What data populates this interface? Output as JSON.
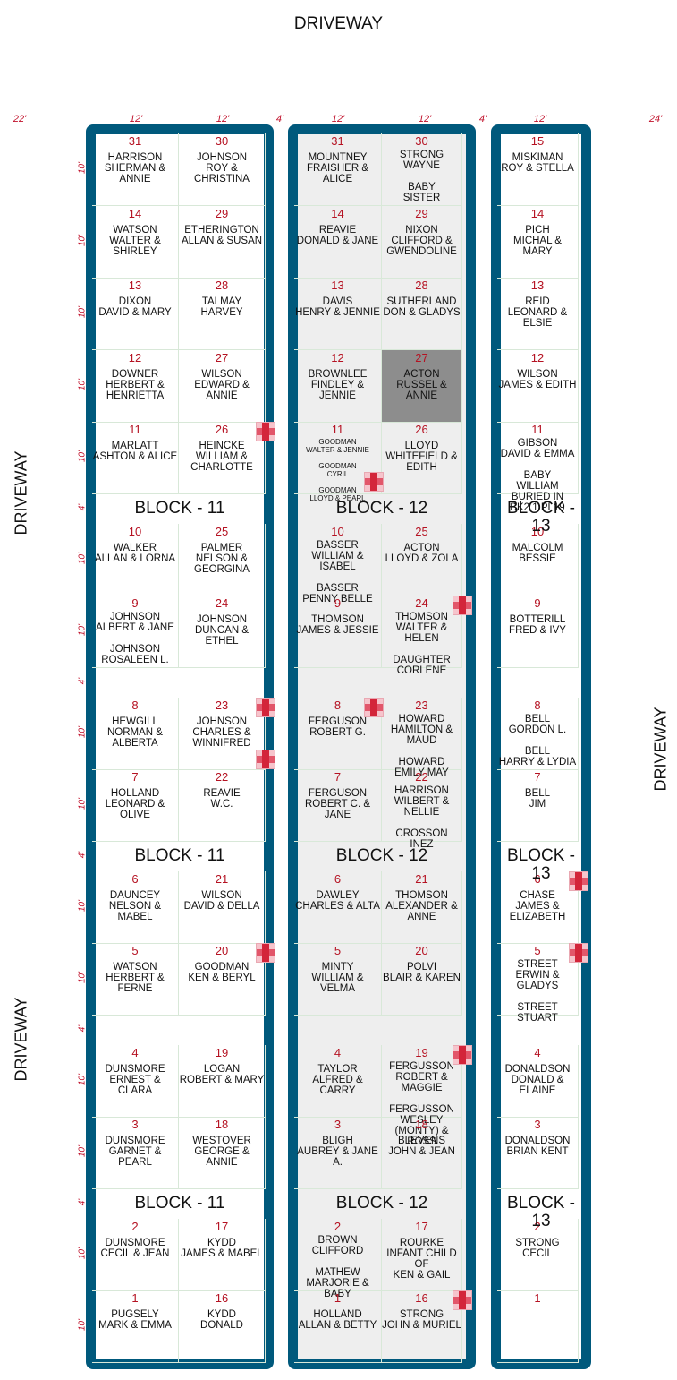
{
  "driveway_labels": {
    "top": "DRIVEWAY",
    "left_upper": "DRIVEWAY",
    "left_lower": "DRIVEWAY",
    "right": "DRIVEWAY"
  },
  "column_dims": [
    "22'",
    "12'",
    "12'",
    "4'",
    "12'",
    "12'",
    "4'",
    "12'",
    "24'"
  ],
  "row_dims": [
    "10'",
    "10'",
    "10'",
    "10'",
    "10'",
    "4'",
    "10'",
    "10'",
    "4'",
    "10'",
    "10'",
    "4'",
    "10'",
    "10'",
    "4'",
    "10'",
    "10'",
    "4'",
    "10'",
    "10'"
  ],
  "blocks": {
    "b11": {
      "label": "BLOCK - 11",
      "columns": [
        [
          {
            "num": "31",
            "text": "HARRISON\nSHERMAN & ANNIE"
          },
          {
            "num": "14",
            "text": "WATSON\nWALTER & SHIRLEY"
          },
          {
            "num": "13",
            "text": "DIXON\nDAVID & MARY"
          },
          {
            "num": "12",
            "text": "DOWNER\nHERBERT &\nHENRIETTA"
          },
          {
            "num": "11",
            "text": "MARLATT\nASHTON & ALICE"
          },
          {
            "num": "10",
            "text": "WALKER\nALLAN & LORNA"
          },
          {
            "num": "9",
            "text": "JOHNSON\nALBERT & JANE\n\nJOHNSON\nROSALEEN L."
          },
          {
            "num": "8",
            "text": "HEWGILL\nNORMAN &\nALBERTA"
          },
          {
            "num": "7",
            "text": "HOLLAND\nLEONARD & OLIVE"
          },
          {
            "num": "6",
            "text": "DAUNCEY\nNELSON & MABEL"
          },
          {
            "num": "5",
            "text": "WATSON\nHERBERT & FERNE"
          },
          {
            "num": "4",
            "text": "DUNSMORE\nERNEST & CLARA"
          },
          {
            "num": "3",
            "text": "DUNSMORE\nGARNET & PEARL"
          },
          {
            "num": "2",
            "text": "DUNSMORE\nCECIL & JEAN"
          },
          {
            "num": "1",
            "text": "PUGSELY\nMARK & EMMA"
          }
        ],
        [
          {
            "num": "30",
            "text": "JOHNSON\nROY & CHRISTINA"
          },
          {
            "num": "29",
            "text": "ETHERINGTON\nALLAN & SUSAN"
          },
          {
            "num": "28",
            "text": "TALMAY\nHARVEY"
          },
          {
            "num": "27",
            "text": "WILSON\nEDWARD & ANNIE"
          },
          {
            "num": "26",
            "text": "HEINCKE\nWILLIAM &\nCHARLOTTE"
          },
          {
            "num": "25",
            "text": "PALMER\nNELSON &\nGEORGINA"
          },
          {
            "num": "24",
            "text": "JOHNSON\nDUNCAN & ETHEL"
          },
          {
            "num": "23",
            "text": "JOHNSON\nCHARLES &\nWINNIFRED"
          },
          {
            "num": "22",
            "text": "REAVIE\nW.C."
          },
          {
            "num": "21",
            "text": "WILSON\nDAVID & DELLA"
          },
          {
            "num": "20",
            "text": "GOODMAN\nKEN & BERYL"
          },
          {
            "num": "19",
            "text": "LOGAN\nROBERT & MARY"
          },
          {
            "num": "18",
            "text": "WESTOVER\nGEORGE & ANNIE"
          },
          {
            "num": "17",
            "text": "KYDD\nJAMES & MABEL"
          },
          {
            "num": "16",
            "text": "KYDD\nDONALD"
          }
        ]
      ]
    },
    "b12": {
      "label": "BLOCK - 12",
      "columns": [
        [
          {
            "num": "31",
            "text": "MOUNTNEY\nFRAISHER & ALICE"
          },
          {
            "num": "14",
            "text": "REAVIE\nDONALD & JANE"
          },
          {
            "num": "13",
            "text": "DAVIS\nHENRY & JENNIE"
          },
          {
            "num": "12",
            "text": "BROWNLEE\nFINDLEY & JENNIE"
          },
          {
            "num": "11",
            "text": "GOODMAN\nWALTER & JENNIE\n\nGOODMAN\nCYRIL\n\nGOODMAN\nLLOYD & PEARL"
          },
          {
            "num": "10",
            "text": "BASSER\nWILLIAM & ISABEL\n\nBASSER\nPENNY BELLE"
          },
          {
            "num": "9",
            "text": "THOMSON\nJAMES & JESSIE"
          },
          {
            "num": "8",
            "text": "FERGUSON\nROBERT G."
          },
          {
            "num": "7",
            "text": "FERGUSON\nROBERT C. & JANE"
          },
          {
            "num": "6",
            "text": "DAWLEY\nCHARLES & ALTA"
          },
          {
            "num": "5",
            "text": "MINTY\nWILLIAM & VELMA"
          },
          {
            "num": "4",
            "text": "TAYLOR\nALFRED & CARRY"
          },
          {
            "num": "3",
            "text": "BLIGH\nAUBREY & JANE A."
          },
          {
            "num": "2",
            "text": "BROWN\nCLIFFORD\n\nMATHEW\nMARJORIE & BABY"
          },
          {
            "num": "1",
            "text": "HOLLAND\nALLAN & BETTY"
          }
        ],
        [
          {
            "num": "30",
            "text": "STRONG\nWAYNE\n\nBABY\nSISTER"
          },
          {
            "num": "29",
            "text": "NIXON\nCLIFFORD &\nGWENDOLINE"
          },
          {
            "num": "28",
            "text": "SUTHERLAND\nDON & GLADYS"
          },
          {
            "num": "27",
            "text": "ACTON\nRUSSEL & ANNIE"
          },
          {
            "num": "26",
            "text": "LLOYD\nWHITEFIELD &\nEDITH"
          },
          {
            "num": "25",
            "text": "ACTON\nLLOYD & ZOLA"
          },
          {
            "num": "24",
            "text": "THOMSON\nWALTER & HELEN\n\nDAUGHTER\nCORLENE"
          },
          {
            "num": "23",
            "text": "HOWARD\nHAMILTON & MAUD\n\nHOWARD\nEMILY MAY"
          },
          {
            "num": "22",
            "text": "HARRISON\nWILBERT & NELLIE\n\nCROSSON\nINEZ"
          },
          {
            "num": "21",
            "text": "THOMSON\nALEXANDER &\nANNE"
          },
          {
            "num": "20",
            "text": "POLVI\nBLAIR & KAREN"
          },
          {
            "num": "19",
            "text": "FERGUSSON\nROBERT &\nMAGGIE\n\nFERGUSSON\nWESLEY (MONTY) &\nROSS"
          },
          {
            "num": "18",
            "text": "BLEVENS\nJOHN & JEAN"
          },
          {
            "num": "17",
            "text": "ROURKE\nINFANT CHILD\nOF\nKEN & GAIL"
          },
          {
            "num": "16",
            "text": "STRONG\nJOHN & MURIEL"
          }
        ]
      ]
    },
    "b13": {
      "label": "BLOCK - 13",
      "columns": [
        [
          {
            "num": "15",
            "text": "MISKIMAN\nROY & STELLA"
          },
          {
            "num": "14",
            "text": "PICH\nMICHAL & MARY"
          },
          {
            "num": "13",
            "text": "REID\nLEONARD & ELSIE"
          },
          {
            "num": "12",
            "text": "WILSON\nJAMES & EDITH"
          },
          {
            "num": "11",
            "text": "GIBSON\nDAVID & EMMA\n\nBABY\nWILLIAM\nBURIED IN BK2.1 PL19"
          },
          {
            "num": "10",
            "text": "MALCOLM\nBESSIE"
          },
          {
            "num": "9",
            "text": "BOTTERILL\nFRED & IVY"
          },
          {
            "num": "8",
            "text": "BELL\nGORDON L.\n\nBELL\nHARRY & LYDIA"
          },
          {
            "num": "7",
            "text": "BELL\nJIM"
          },
          {
            "num": "6",
            "text": "CHASE\nJAMES &\nELIZABETH"
          },
          {
            "num": "5",
            "text": "STREET\nERWIN & GLADYS\n\nSTREET\nSTUART"
          },
          {
            "num": "4",
            "text": "DONALDSON\nDONALD & ELAINE"
          },
          {
            "num": "3",
            "text": "DONALDSON\nBRIAN KENT"
          },
          {
            "num": "2",
            "text": "STRONG\nCECIL"
          },
          {
            "num": "1",
            "text": ""
          }
        ]
      ]
    }
  },
  "colors": {
    "frame": "#00597c",
    "plot_number": "#b51222",
    "shaded_block": "#eeeeee",
    "highlight_plot": "#8d8d8d"
  }
}
